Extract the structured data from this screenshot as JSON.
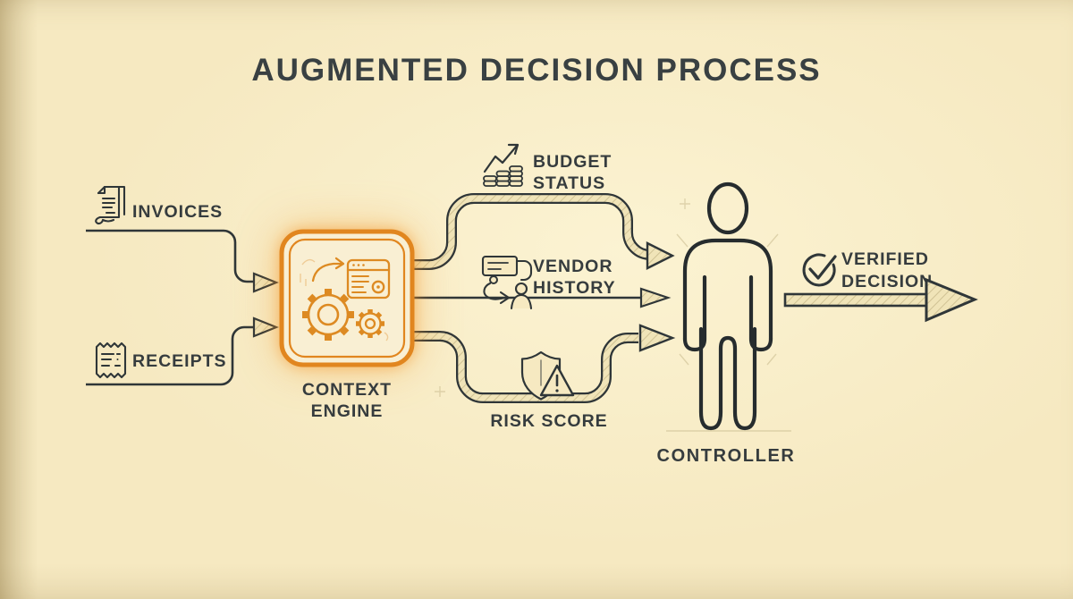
{
  "title": "AUGMENTED DECISION PROCESS",
  "colors": {
    "background": "#f6e9c1",
    "ink": "#2f3638",
    "text": "#363c3e",
    "accent_orange": "#e1861f"
  },
  "inputs": [
    {
      "label": "INVOICES",
      "icon": "invoice-document-icon"
    },
    {
      "label": "RECEIPTS",
      "icon": "receipt-icon"
    }
  ],
  "engine": {
    "line1": "CONTEXT",
    "line2": "ENGINE",
    "icon": "gears-window-icon"
  },
  "signals": [
    {
      "line1": "BUDGET",
      "line2": "STATUS",
      "icon": "coin-stacks-growth-icon"
    },
    {
      "line1": "VENDOR",
      "line2": "HISTORY",
      "icon": "vendor-flow-person-icon"
    },
    {
      "line1": "RISK SCORE",
      "line2": "",
      "icon": "shield-warning-icon"
    }
  ],
  "controller": {
    "label": "CONTROLLER",
    "icon": "person-outline-icon"
  },
  "output": {
    "line1": "VERIFIED",
    "line2": "DECISION",
    "icon": "check-circle-icon"
  },
  "flows": [
    "INVOICES → CONTEXT ENGINE",
    "RECEIPTS → CONTEXT ENGINE",
    "CONTEXT ENGINE → BUDGET STATUS → CONTROLLER",
    "CONTEXT ENGINE → VENDOR HISTORY → CONTROLLER",
    "CONTEXT ENGINE → RISK SCORE → CONTROLLER",
    "CONTROLLER → VERIFIED DECISION"
  ]
}
